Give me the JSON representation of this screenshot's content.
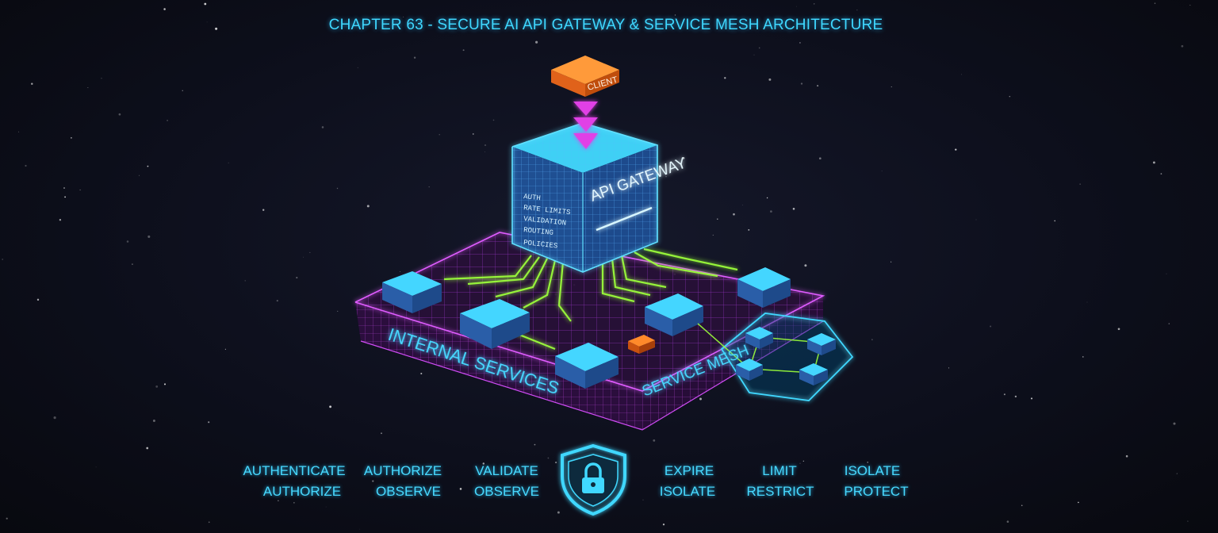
{
  "title": "CHAPTER 63 - SECURE AI API GATEWAY & SERVICE MESH ARCHITECTURE",
  "client_label": "CLIENT",
  "gateway": {
    "label": "API GATEWAY",
    "features": [
      "AUTH",
      "RATE LIMITS",
      "VALIDATION",
      "ROUTING"
    ],
    "footer": "POLICIES"
  },
  "platform": {
    "internal_label": "INTERNAL SERVICES",
    "mesh_label": "SERVICE MESH"
  },
  "keywords": {
    "row1": [
      "AUTHENTICATE",
      "AUTHORIZE",
      "VALIDATE",
      "EXPIRE",
      "LIMIT",
      "ISOLATE"
    ],
    "row2": [
      "AUTHORIZE",
      "OBSERVE",
      "OBSERVE",
      "ISOLATE",
      "RESTRICT",
      "PROTECT"
    ]
  },
  "colors": {
    "accent_cyan": "#3fd8ff",
    "grid_magenta": "#c23ff0",
    "link_green": "#9cff3a",
    "client_orange": "#ff7a1e",
    "arrow_magenta": "#e13fe6",
    "background": "#0d0f1c"
  },
  "icons": [
    "lock-shield-icon",
    "chevron-down-icon"
  ]
}
